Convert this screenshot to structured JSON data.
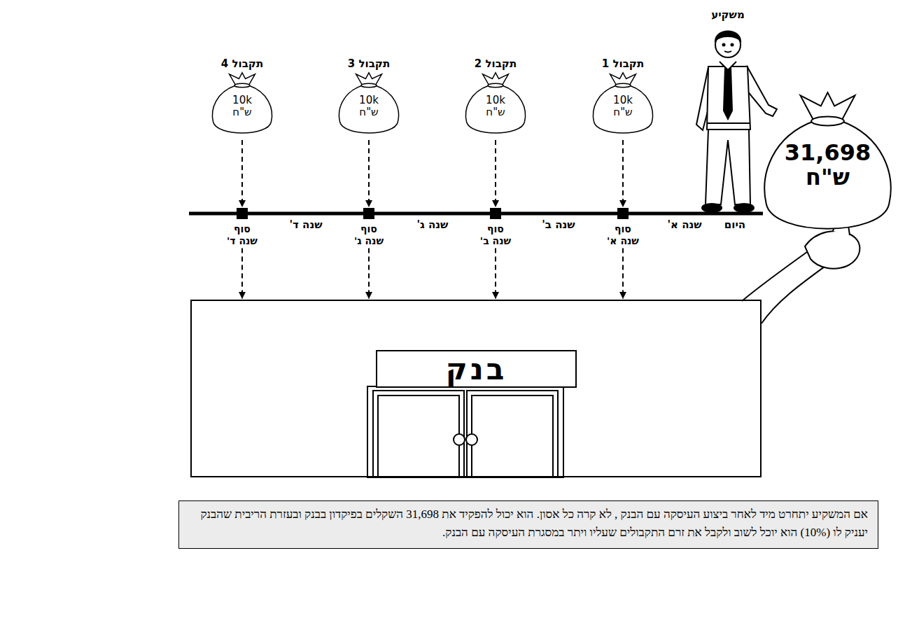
{
  "diagram": {
    "nodes": [
      {
        "text": [
          "תקבול 1",
          "10k ש\"ח"
        ]
      },
      {
        "text": [
          "תקבול 2",
          "10k ש\"ח"
        ]
      },
      {
        "text": [
          "תקבול 3",
          "10k ש\"ח"
        ]
      },
      {
        "text": [
          "תקבול 4",
          "10k ש\"ח"
        ]
      },
      {
        "text": [
          "סוף שנה א'"
        ]
      },
      {
        "text": [
          "סוף שנה ב'"
        ]
      },
      {
        "text": [
          "סוף שנה ג'"
        ]
      },
      {
        "text": [
          "סוף שנה ד'"
        ]
      },
      {
        "text": [
          "31,698 ש\"ח"
        ]
      },
      {
        "text": [
          "בנק"
        ]
      },
      {
        "text": [
          "אם המשקיע יתחרט מיד לאחר ביצוע העיסקה עם הבנק , לא קרה כל אסון. הוא יכול להפקיד את 31,698 השקלים בפיקדון בבנק ובעזרת הריבית שהבנק יעניק לו (10%) הוא יוכל לשוב ולקבל את זרם התקבולים שעליו ויתר במסגרת העיסקה עם הבנק."
        ]
      }
    ],
    "edges": [
      {
        "from": 0,
        "to": 4,
        "arrow": "to"
      },
      {
        "from": 1,
        "to": 5,
        "arrow": "to"
      },
      {
        "from": 2,
        "to": 6,
        "arrow": "to"
      },
      {
        "from": 3,
        "to": 7,
        "arrow": "to"
      },
      {
        "from": 4,
        "to": 9,
        "arrow": "to"
      },
      {
        "from": 5,
        "to": 9,
        "arrow": "to"
      },
      {
        "from": 6,
        "to": 9,
        "arrow": "to"
      },
      {
        "from": 7,
        "to": 9,
        "arrow": "to"
      }
    ],
    "labels": [
      "משקיע",
      "היום",
      "שנה א'",
      "שנה ב'",
      "שנה ג'",
      "שנה ד'"
    ]
  }
}
